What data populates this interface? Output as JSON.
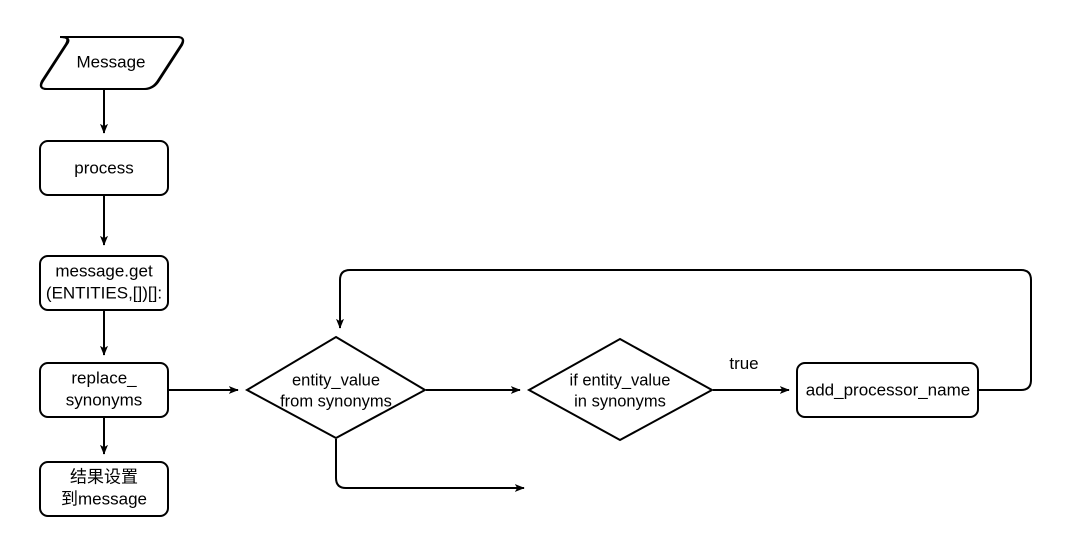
{
  "diagram": {
    "type": "flowchart",
    "background_color": "#ffffff",
    "line_color": "#000000",
    "text_color": "#000000",
    "nodes": [
      {
        "id": "message",
        "shape": "parallelogram",
        "label_lines": [
          "Message"
        ]
      },
      {
        "id": "process",
        "shape": "rounded-rect",
        "label_lines": [
          "process"
        ]
      },
      {
        "id": "message_get",
        "shape": "rounded-rect",
        "label_lines": [
          "message.get",
          "(ENTITIES,[])[]:"
        ]
      },
      {
        "id": "replace_synonyms",
        "shape": "rounded-rect",
        "label_lines": [
          "replace_",
          "synonyms"
        ]
      },
      {
        "id": "set_result",
        "shape": "rounded-rect",
        "label_lines": [
          "结果设置",
          "到message"
        ]
      },
      {
        "id": "entity_value_from_synonyms",
        "shape": "diamond",
        "label_lines": [
          "entity_value",
          "from synonyms"
        ]
      },
      {
        "id": "if_entity_value_in_synonyms",
        "shape": "diamond",
        "label_lines": [
          "if entity_value",
          "in synonyms"
        ]
      },
      {
        "id": "add_processor_name",
        "shape": "rounded-rect",
        "label_lines": [
          "add_processor_name"
        ]
      }
    ],
    "edges": [
      {
        "id": "e1",
        "from": "message",
        "to": "process",
        "label": ""
      },
      {
        "id": "e2",
        "from": "process",
        "to": "message_get",
        "label": ""
      },
      {
        "id": "e3",
        "from": "message_get",
        "to": "replace_synonyms",
        "label": ""
      },
      {
        "id": "e4",
        "from": "replace_synonyms",
        "to": "set_result",
        "label": ""
      },
      {
        "id": "e5",
        "from": "replace_synonyms",
        "to": "entity_value_from_synonyms",
        "label": ""
      },
      {
        "id": "e6",
        "from": "entity_value_from_synonyms",
        "to": "if_entity_value_in_synonyms",
        "label": ""
      },
      {
        "id": "e7",
        "from": "if_entity_value_in_synonyms",
        "to": "add_processor_name",
        "label": "true"
      },
      {
        "id": "e8",
        "from": "add_processor_name",
        "to": "entity_value_from_synonyms",
        "label": ""
      },
      {
        "id": "e9",
        "from": "entity_value_from_synonyms",
        "to": "",
        "label": ""
      }
    ]
  }
}
